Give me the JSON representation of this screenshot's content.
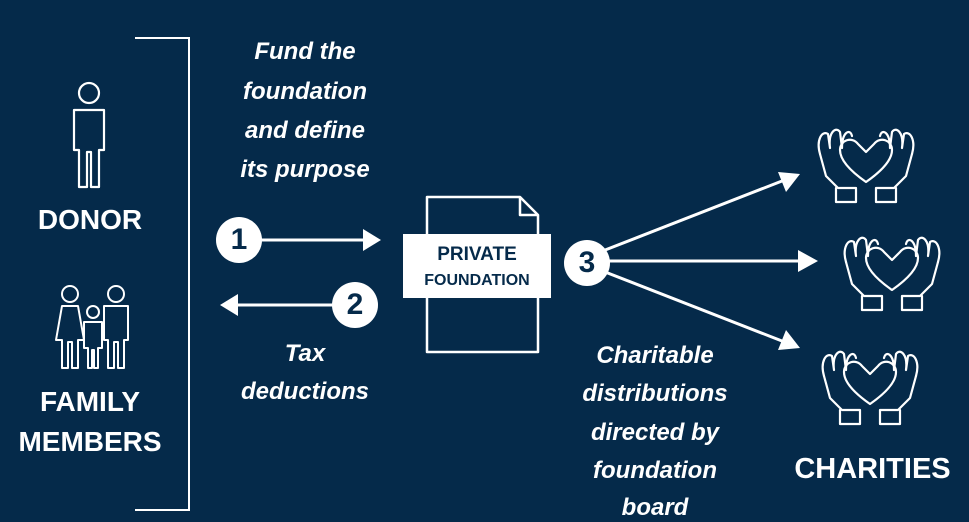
{
  "left": {
    "donor_label": "DONOR",
    "family_label_line1": "FAMILY",
    "family_label_line2": "MEMBERS"
  },
  "steps": [
    {
      "number": "1",
      "caption_lines": [
        "Fund the",
        "foundation",
        "and define",
        "its purpose"
      ]
    },
    {
      "number": "2",
      "caption_lines": [
        "Tax",
        "deductions"
      ]
    },
    {
      "number": "3",
      "caption_lines": [
        "Charitable",
        "distributions",
        "directed by",
        "foundation",
        "board"
      ]
    }
  ],
  "foundation": {
    "line1": "PRIVATE",
    "line2": "FOUNDATION"
  },
  "charities_label": "CHARITIES",
  "colors": {
    "background": "#052a4a",
    "foreground": "#ffffff"
  },
  "icons": [
    "person-icon",
    "family-icon",
    "document-icon",
    "hands-heart-icon"
  ]
}
